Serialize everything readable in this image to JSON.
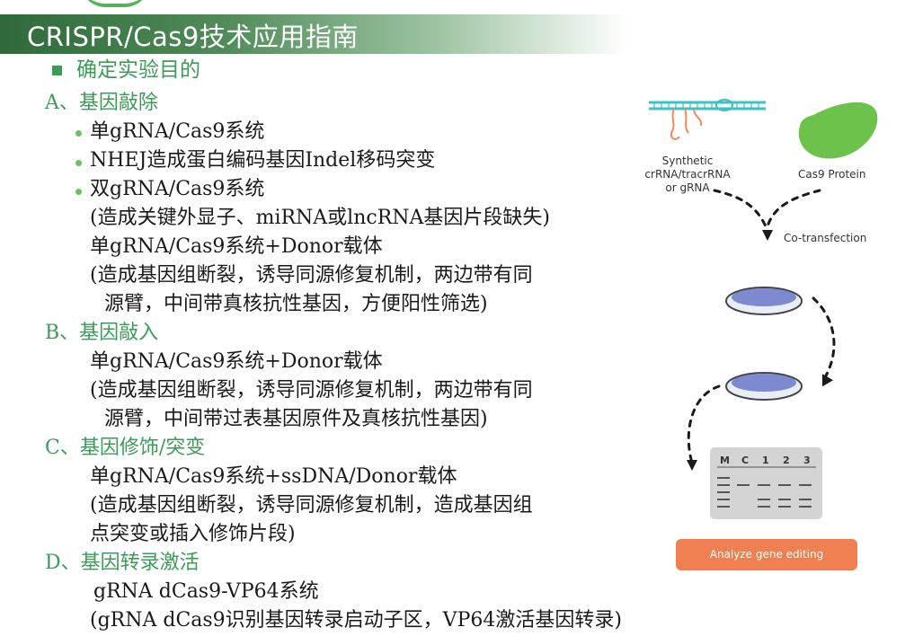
{
  "title": "CRISPR/Cas9技术应用指南",
  "heading": "确定实验目的",
  "sections": {
    "a": {
      "label": "A、基因敲除",
      "bullets": [
        "单gRNA/Cas9系统",
        "NHEJ造成蛋白编码基因Indel移码突变",
        "双gRNA/Cas9系统"
      ],
      "lines": [
        "(造成关键外显子、miRNA或lncRNA基因片段缺失)",
        "单gRNA/Cas9系统+Donor载体",
        "(造成基因组断裂，诱导同源修复机制，两边带有同",
        "源臂，中间带真核抗性基因，方便阳性筛选)"
      ]
    },
    "b": {
      "label": "B、基因敲入",
      "lines": [
        "单gRNA/Cas9系统+Donor载体",
        "(造成基因组断裂，诱导同源修复机制，两边带有同",
        "源臂，中间带过表基因原件及真核抗性基因)"
      ]
    },
    "c": {
      "label": "C、基因修饰/突变",
      "lines": [
        "单gRNA/Cas9系统+ssDNA/Donor载体",
        "(造成基因组断裂，诱导同源修复机制，造成基因组",
        "点突变或插入修饰片段)"
      ]
    },
    "d": {
      "label": "D、基因转录激活",
      "lines": [
        "gRNA dCas9-VP64系统",
        "(gRNA dCas9识别基因转录启动子区，VP64激活基因转录)"
      ]
    }
  },
  "figure": {
    "synthetic": [
      "Synthetic",
      "crRNA/tracrRNA",
      "or gRNA"
    ],
    "protein": "Cas9 Protein",
    "cotransfection": "Co-transfection",
    "gel_labels": [
      "M",
      "C",
      "1",
      "2",
      "3"
    ],
    "analyze": "Analyze gene editing",
    "colors": {
      "rna": "#3fc1bf",
      "rna_loop": "#f08a5b",
      "protein": "#6cc24a",
      "dish": "#6a78c8",
      "gel": "#d4d4d4",
      "button": "#f07f52"
    }
  }
}
